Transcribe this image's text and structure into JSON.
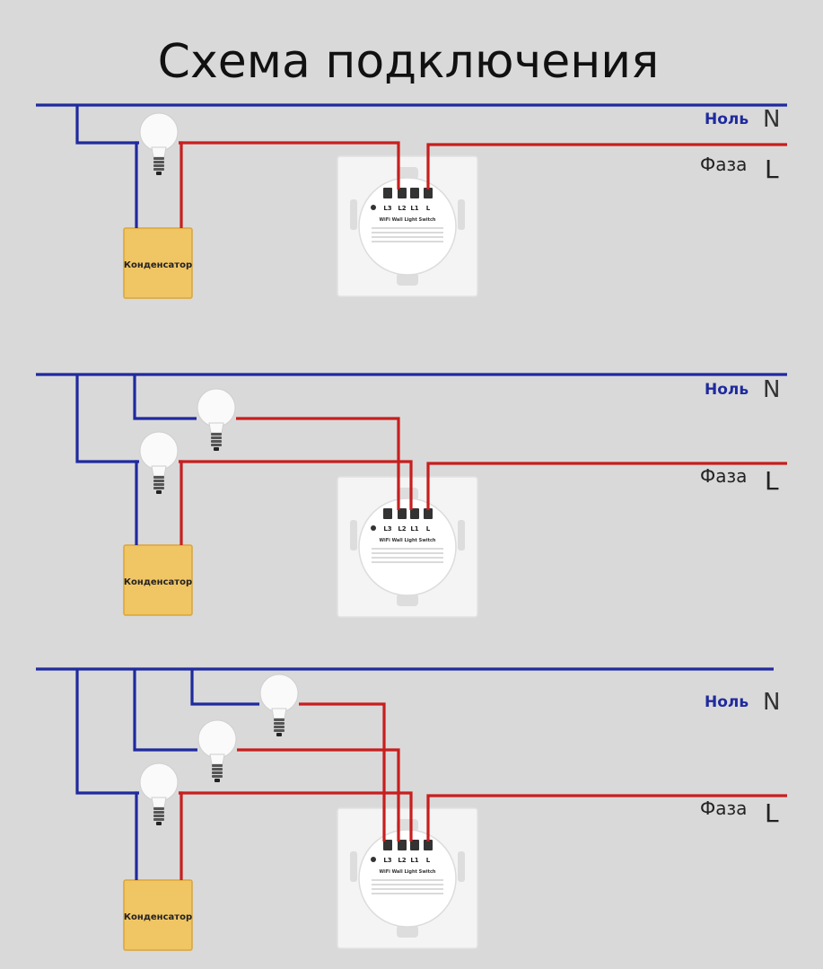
{
  "title": "Схема подключения",
  "neutral_label": "Ноль",
  "neutral_letter": "N",
  "phase_label": "Фаза",
  "phase_letter": "L",
  "capacitor_label": "Конденсатор",
  "terminals": [
    "L3",
    "L2",
    "L1",
    "L"
  ],
  "switch_title": "WiFi Wall Light Switch",
  "colors": {
    "background": "#d9d9d9",
    "neutral_wire": "#1f2a9e",
    "phase_wire": "#c81e1e",
    "capacitor_fill": "#f0c564",
    "capacitor_border": "#d9a63a",
    "switch_plate": "#f4f4f4",
    "bulb_glass": "#fafafa",
    "bulb_base": "#555555"
  },
  "diagrams": [
    {
      "gangs": 1
    },
    {
      "gangs": 2
    },
    {
      "gangs": 3
    }
  ]
}
